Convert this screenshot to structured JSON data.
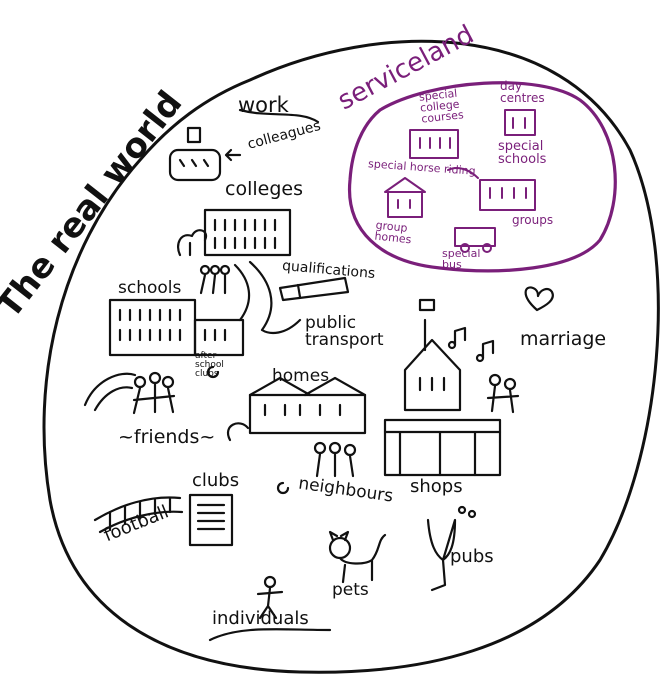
{
  "title": "The real world",
  "serviceland": {
    "title": "serviceland",
    "labels": {
      "special_college_courses": "special college courses",
      "day_centres": "day centres",
      "special_schools": "special schools",
      "special_horse_riding": "special horse riding",
      "group_homes": "group homes",
      "groups": "groups",
      "special_bus": "special bus"
    },
    "color": "#7a1f7a"
  },
  "labels": {
    "work": "work",
    "colleagues": "colleagues",
    "colleges": "colleges",
    "qualifications": "qualifications",
    "schools": "schools",
    "public_transport": "public transport",
    "marriage": "marriage",
    "after_school_clubs": "after school clubs",
    "homes": "homes",
    "friends": "~friends~",
    "neighbours": "neighbours",
    "shops": "shops",
    "clubs": "clubs",
    "football": "football",
    "pubs": "pubs",
    "pets": "pets",
    "individuals": "individuals"
  },
  "colors": {
    "ink": "#111111"
  }
}
